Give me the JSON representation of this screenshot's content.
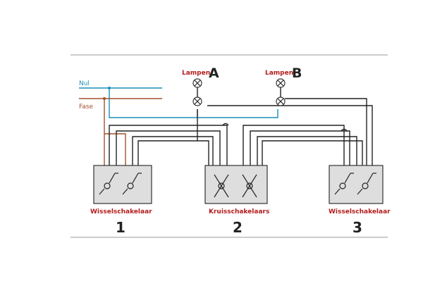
{
  "labels": {
    "nul": "Nul",
    "fase": "Fase",
    "lampen_a": "Lampen",
    "letter_a": "A",
    "lampen_b": "Lampen",
    "letter_b": "B",
    "switch_1": "Wisselschakelaar",
    "switch_2": "Kruisschakelaars",
    "switch_3": "Wisselschakelaar",
    "num_1": "1",
    "num_2": "2",
    "num_3": "3"
  },
  "colors": {
    "nul_wire": "#1a8fb8",
    "fase_wire": "#a0522d",
    "label_red": "#b31b1b",
    "switch_box": "#dedede"
  }
}
